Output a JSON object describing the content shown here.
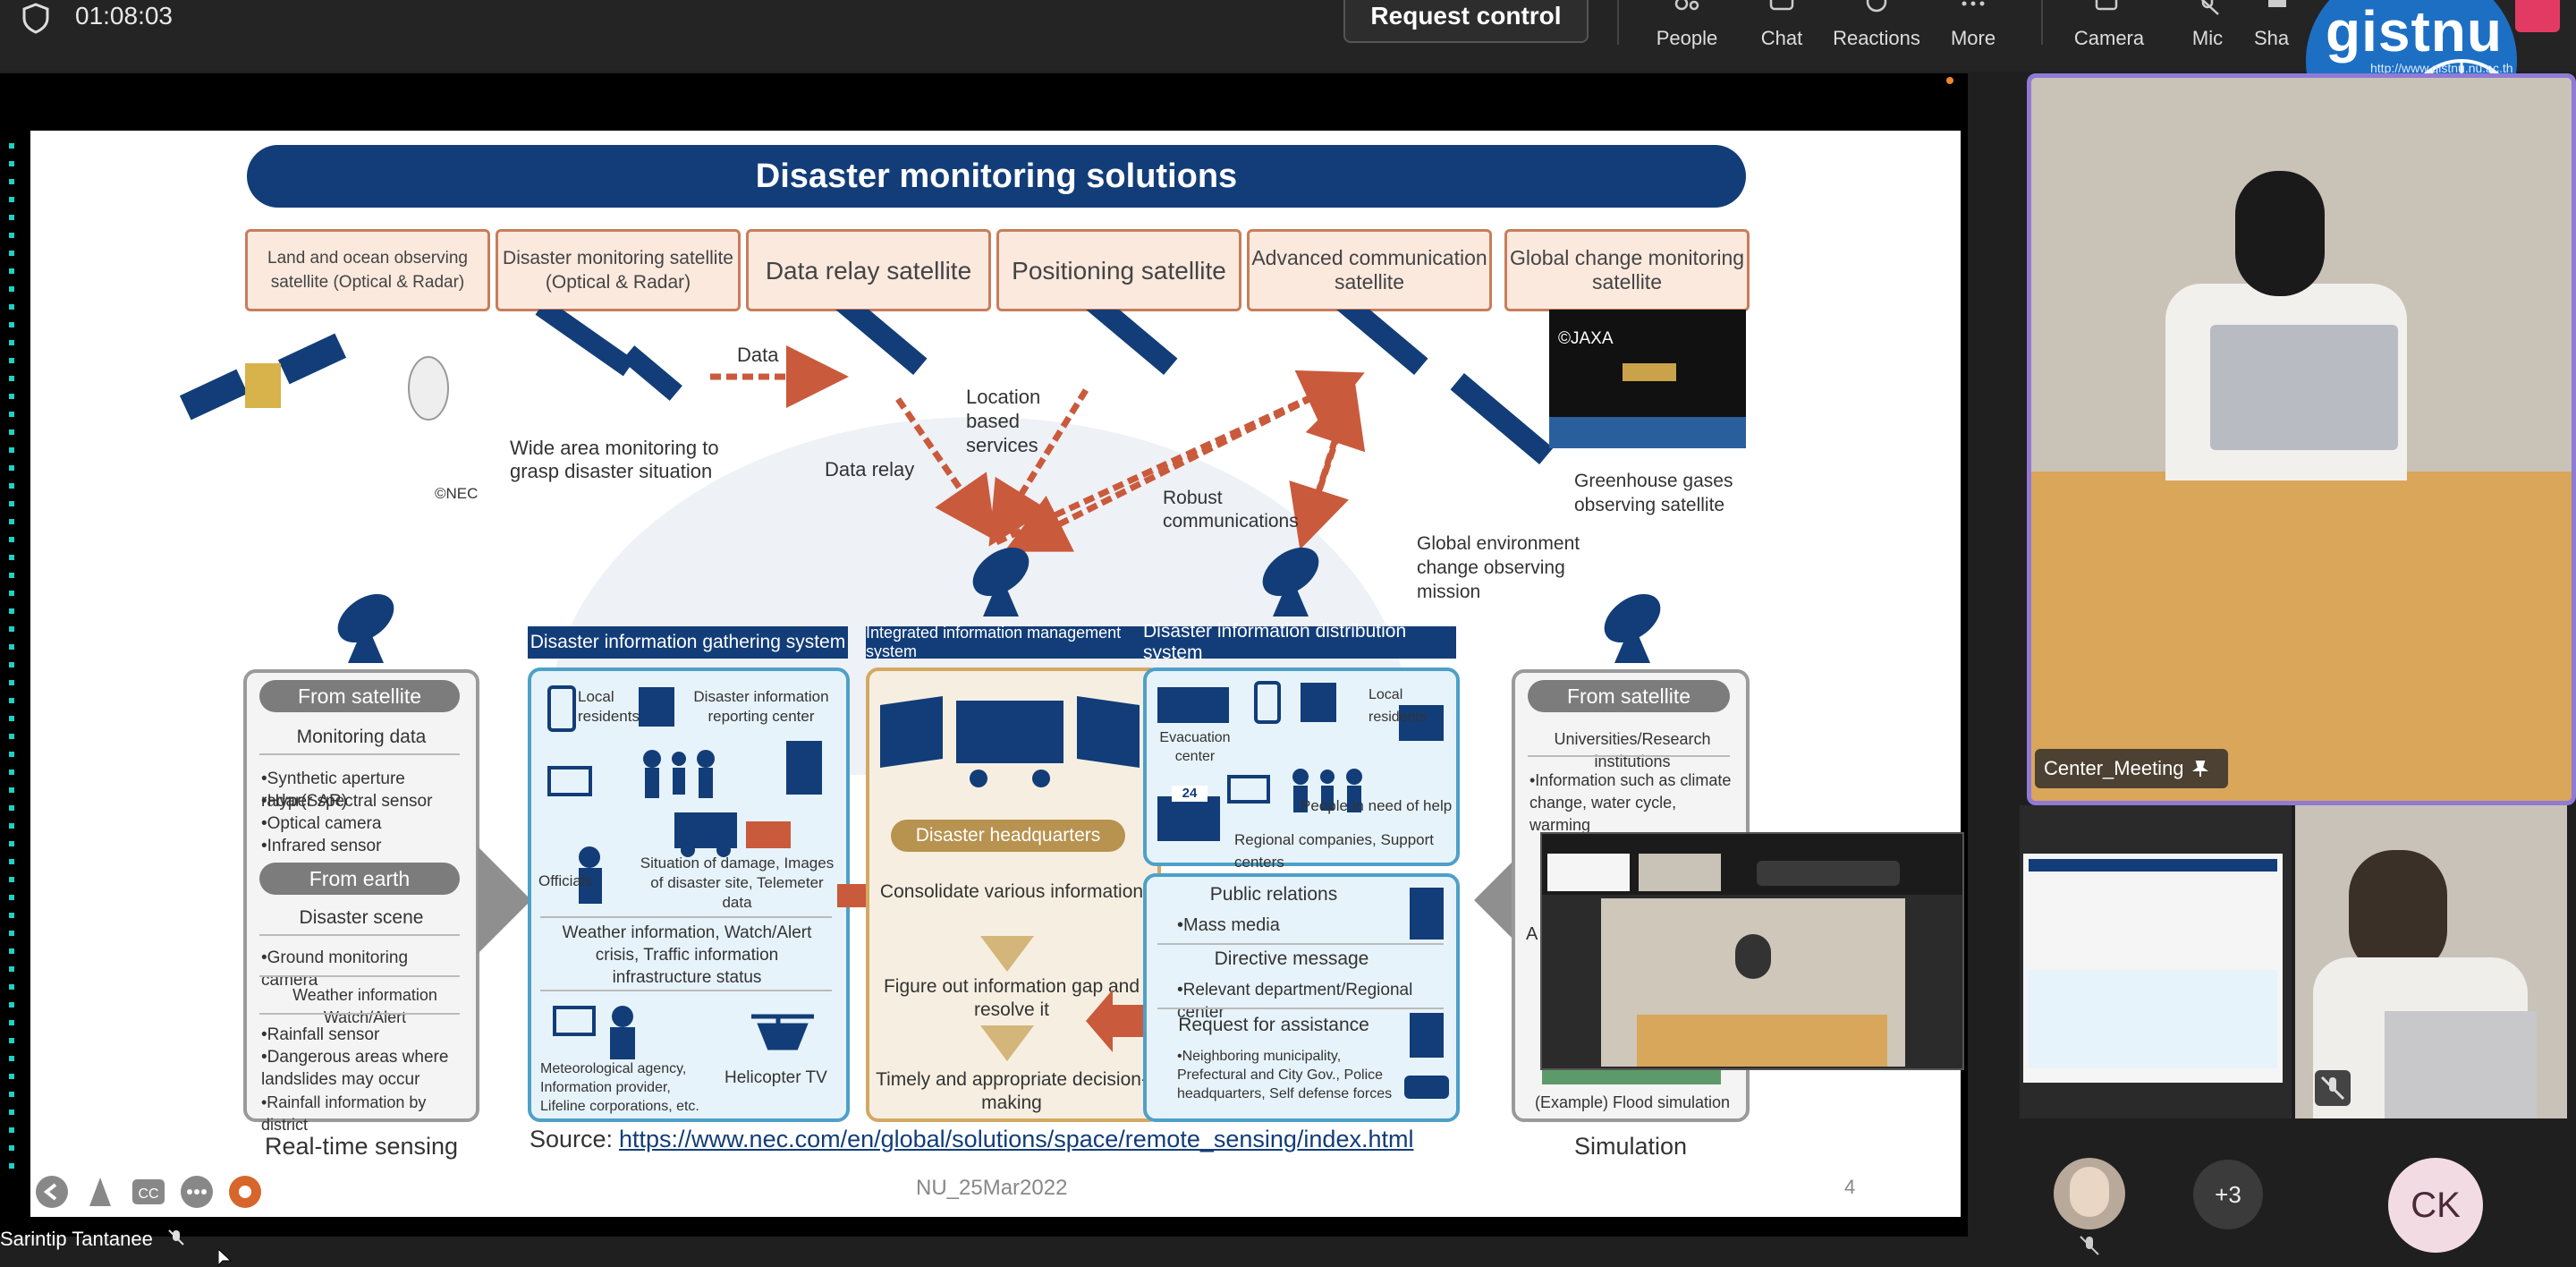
{
  "top_bar": {
    "timer": "01:08:03",
    "request_control": "Request control",
    "buttons": {
      "people": "People",
      "chat": "Chat",
      "reactions": "Reactions",
      "more": "More",
      "camera": "Camera",
      "mic": "Mic",
      "share": "Sha"
    }
  },
  "logo": {
    "text": "gistnu",
    "url": "http://www.gistnu.nu.ac.th"
  },
  "slide": {
    "title": "Disaster monitoring solutions",
    "categories": [
      "Land and ocean observing satellite (Optical & Radar)",
      "Disaster monitoring satellite (Optical & Radar)",
      "Data relay satellite",
      "Positioning satellite",
      "Advanced communication satellite",
      "Global change monitoring satellite"
    ],
    "labels": {
      "nec": "©NEC",
      "jaxa": "©JAXA",
      "data": "Data",
      "wide_area": "Wide area monitoring to grasp disaster situation",
      "data_relay": "Data relay",
      "location": "Location based services",
      "robust": "Robust communications",
      "global_env": "Global environment change observing mission",
      "greenhouse": "Greenhouse gases observing satellite"
    },
    "left_panel": {
      "from_satellite": "From satellite",
      "monitoring_data": "Monitoring data",
      "sensors": [
        "•Synthetic aperture radar(SAR)",
        "•Hyper spectral sensor",
        "•Optical camera",
        "•Infrared sensor"
      ],
      "from_earth": "From earth",
      "disaster_scene": "Disaster scene",
      "ground_camera": "•Ground monitoring camera",
      "weather_info": "Weather information Watch/Alert",
      "weather_items": [
        "•Rainfall sensor",
        "•Dangerous areas where landslides may occur",
        "•Rainfall information by district"
      ],
      "caption": "Real-time sensing"
    },
    "gathering": {
      "title": "Disaster information gathering system",
      "local_residents": "Local residents",
      "reporting_center": "Disaster information reporting center",
      "officials": "Officials",
      "situation": "Situation of damage, Images of disaster site, Telemeter data",
      "weather": "Weather information, Watch/Alert crisis, Traffic information infrastructure status",
      "met": "Meteorological agency, Information provider, Lifeline corporations, etc.",
      "helicopter": "Helicopter TV"
    },
    "integrated": {
      "title": "Integrated information management system",
      "hq": "Disaster headquarters",
      "step1": "Consolidate various information",
      "step2": "Figure out information gap and resolve it",
      "step3": "Timely and appropriate decision-making"
    },
    "distribution": {
      "title": "Disaster information distribution system",
      "evacuation": "Evacuation center",
      "local_residents": "Local residents",
      "people_need": "People in need of help",
      "regional": "Regional companies, Support centers",
      "badge": "24",
      "public_relations": "Public relations",
      "mass_media": "•Mass media",
      "directive": "Directive message",
      "relevant": "•Relevant department/Regional center",
      "request": "Request for assistance",
      "neighbors": "•Neighboring municipality, Prefectural and City Gov., Police headquarters, Self defense forces"
    },
    "right_panel": {
      "from_satellite": "From satellite",
      "universities": "Universities/Research institutions",
      "info": "•Information such as climate change, water cycle, warming",
      "flood": "(Example) Flood simulation",
      "caption": "Simulation",
      "partial": "A"
    },
    "source_prefix": "Source: ",
    "source_url": "https://www.nec.com/en/global/solutions/space/remote_sensing/index.html",
    "footer": "NU_25Mar2022",
    "page": "4"
  },
  "tiles": {
    "center_meeting": "Center_Meeting",
    "plus_count": "+3",
    "ck": "CK"
  },
  "participant": "Sarintip Tantanee"
}
